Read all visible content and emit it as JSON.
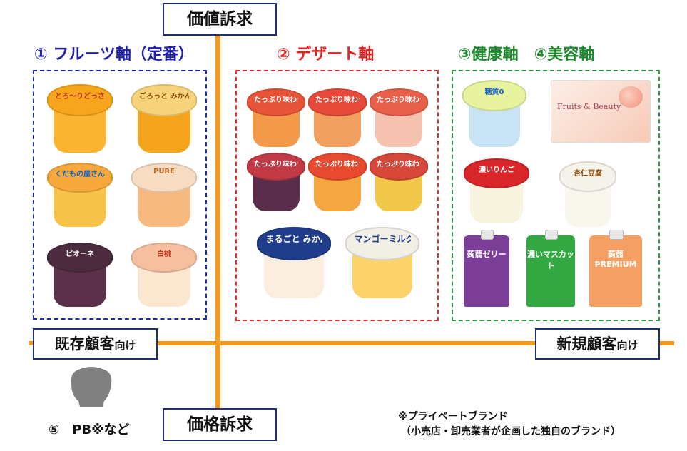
{
  "axis": {
    "top_label": "価値訴求",
    "bottom_label": "価格訴求",
    "left_label_main": "既存顧客",
    "left_label_suffix": "向け",
    "right_label_main": "新規顧客",
    "right_label_suffix": "向け",
    "axis_color": "#f39a1e"
  },
  "categories": [
    {
      "label": "① フルーツ軸（定番）",
      "color": "#1f1fb0"
    },
    {
      "label": "② デザート軸",
      "color": "#e32020"
    },
    {
      "label": "③健康軸　④美容軸",
      "color": "#1d8a2b"
    }
  ],
  "products": {
    "fruit": [
      {
        "name": "とろ〜りどっさり みかん",
        "lid_color": "#f7a51c",
        "body_color": "#f9b531",
        "text_color": "#c0331a"
      },
      {
        "name": "ごろっと みかん",
        "lid_color": "#f6d27a",
        "body_color": "#f5a51b",
        "text_color": "#8a4a0a"
      },
      {
        "name": "くだもの屋さん",
        "lid_color": "#f6a93a",
        "body_color": "#f7c24a",
        "text_color": "#1a63c4"
      },
      {
        "name": "PURE",
        "lid_color": "#f8dcc2",
        "body_color": "#f7b980",
        "text_color": "#c06a20"
      },
      {
        "name": "ピオーネ",
        "lid_color": "#4b2b3d",
        "body_color": "#5b3049",
        "text_color": "#ffffff"
      },
      {
        "name": "白桃",
        "lid_color": "#f6c0a0",
        "body_color": "#fbe6d0",
        "text_color": "#c0331a"
      }
    ],
    "dessert": [
      {
        "name": "たっぷり味わう",
        "lid_color": "#e8543a",
        "body_color": "#f39a4a",
        "text_color": "#ffffff"
      },
      {
        "name": "たっぷり味わう",
        "lid_color": "#e84a3a",
        "body_color": "#f1a060",
        "text_color": "#ffffff"
      },
      {
        "name": "たっぷり味わう",
        "lid_color": "#e8604a",
        "body_color": "#f6c2b0",
        "text_color": "#ffffff"
      },
      {
        "name": "たっぷり味わう",
        "lid_color": "#c23a45",
        "body_color": "#5a2d4a",
        "text_color": "#ffffff"
      },
      {
        "name": "たっぷり味わう",
        "lid_color": "#e84a30",
        "body_color": "#f4a640",
        "text_color": "#ffffff"
      },
      {
        "name": "たっぷり味わう",
        "lid_color": "#d8483a",
        "body_color": "#f2c84a",
        "text_color": "#ffffff"
      },
      {
        "name": "まるごと みかん 牛乳寒天",
        "lid_color": "#1f3d8a",
        "body_color": "#fbeede",
        "text_color": "#ffffff"
      },
      {
        "name": "マンゴーミルク 寒天",
        "lid_color": "#f2efe6",
        "body_color": "#fbd36a",
        "text_color": "#1f3d8a"
      }
    ],
    "health": [
      {
        "name": "糖質0",
        "lid_color": "#e8f3a0",
        "body_color": "#c8e4f4",
        "text_color": "#1a63c4"
      },
      {
        "name": "Fruits & Beauty",
        "lid_color": "#fbe8e0",
        "body_color": "#fbe8e0",
        "text_color": "#b04060",
        "kind": "box"
      },
      {
        "name": "濃いりんご",
        "lid_color": "#d8262a",
        "body_color": "#f8f4e0",
        "text_color": "#ffffff"
      },
      {
        "name": "杏仁豆腐",
        "lid_color": "#f5f3ea",
        "body_color": "#f9f6ee",
        "text_color": "#8a4a0a"
      },
      {
        "name": "蒟蒻ゼリー",
        "lid_color": "#7b3e97",
        "body_color": "#7b3e97",
        "text_color": "#ffffff",
        "kind": "pouch"
      },
      {
        "name": "濃いマスカット",
        "lid_color": "#2a9a3a",
        "body_color": "#33a842",
        "text_color": "#ffffff",
        "kind": "pouch"
      },
      {
        "name": "蒟蒻 PREMIUM",
        "lid_color": "#f08a4a",
        "body_color": "#f4a064",
        "text_color": "#ffffff",
        "kind": "pouch"
      }
    ]
  },
  "pb": {
    "label": "⑤　PB※など",
    "blob_color": "#808080"
  },
  "notes": {
    "line1": "※プライベートブランド",
    "line2": "（小売店・卸売業者が企画した独自のブランド）"
  }
}
